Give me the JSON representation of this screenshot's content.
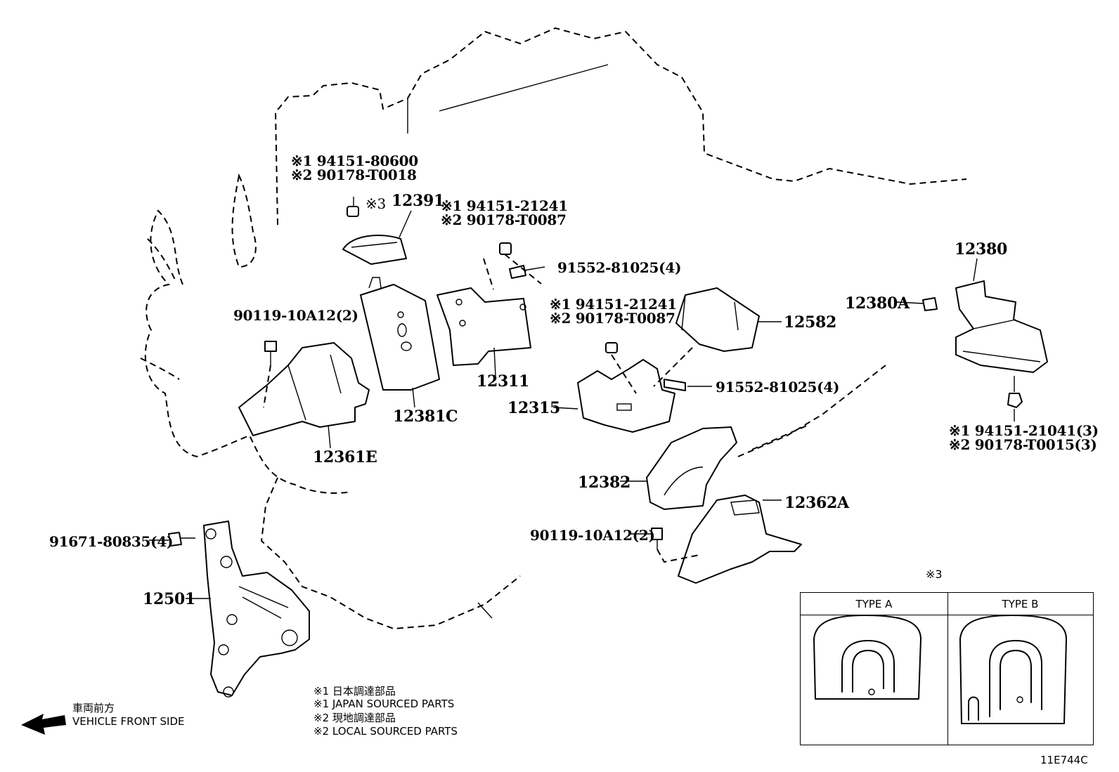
{
  "diagram_code": "11E744C",
  "legend_marker": "※3",
  "parts": {
    "p12391": "12391",
    "p12311": "12311",
    "p12381C": "12381C",
    "p12361E": "12361E",
    "p12315": "12315",
    "p12582": "12582",
    "p12380": "12380",
    "p12380A": "12380A",
    "p12382": "12382",
    "p12362A": "12362A",
    "p12501": "12501"
  },
  "callouts": {
    "c1a": "※1  94151-80600",
    "c1b": "※2  90178-T0018",
    "c1c": "※3",
    "c2a": "※1  94151-21241",
    "c2b": "※2  90178-T0087",
    "c3": "91552-81025(4)",
    "c4": "90119-10A12(2)",
    "c5a": "※1  94151-21241",
    "c5b": "※2  90178-T0087",
    "c6": "91552-81025(4)",
    "c7a": "※1  94151-21041(3)",
    "c7b": "※2  90178-T0015(3)",
    "c8": "90119-10A12(2)",
    "c9": "91671-80835(4)"
  },
  "footnotes": [
    "※1  日本調達部品",
    "※1  JAPAN SOURCED PARTS",
    "※2  現地調達部品",
    "※2  LOCAL SOURCED PARTS"
  ],
  "front_side": {
    "jp": "車両前方",
    "en": "VEHICLE FRONT SIDE"
  },
  "types": {
    "a": "TYPE A",
    "b": "TYPE B"
  }
}
